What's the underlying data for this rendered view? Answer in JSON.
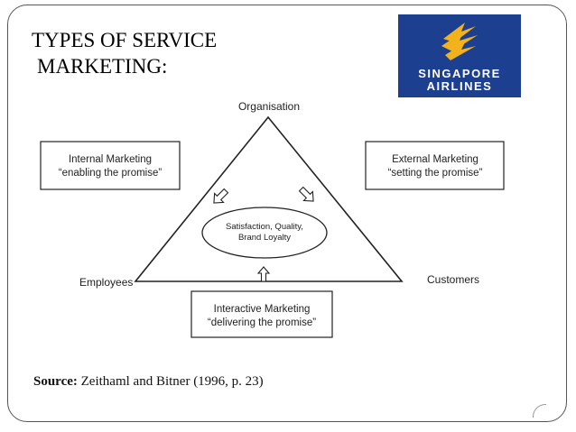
{
  "slide": {
    "title_line1": "TYPES OF SERVICE",
    "title_line2": "MARKETING:"
  },
  "logo": {
    "line1": "SINGAPORE",
    "line2": "AIRLINES",
    "background": "#1d3f8f",
    "mark_color": "#f2b21b",
    "icon": "bird-logo-icon"
  },
  "diagram": {
    "apex_label": "Organisation",
    "left_label": "Employees",
    "right_label": "Customers",
    "center_line1": "Satisfaction, Quality,",
    "center_line2": "Brand Loyalty",
    "internal": {
      "line1": "Internal Marketing",
      "line2": "“enabling the promise”"
    },
    "external": {
      "line1": "External Marketing",
      "line2": "“setting the promise”"
    },
    "interactive": {
      "line1": "Interactive Marketing",
      "line2": "“delivering the promise”"
    }
  },
  "source": {
    "label": "Source:",
    "text": " Zeithaml and Bitner (1996, p. 23)"
  }
}
